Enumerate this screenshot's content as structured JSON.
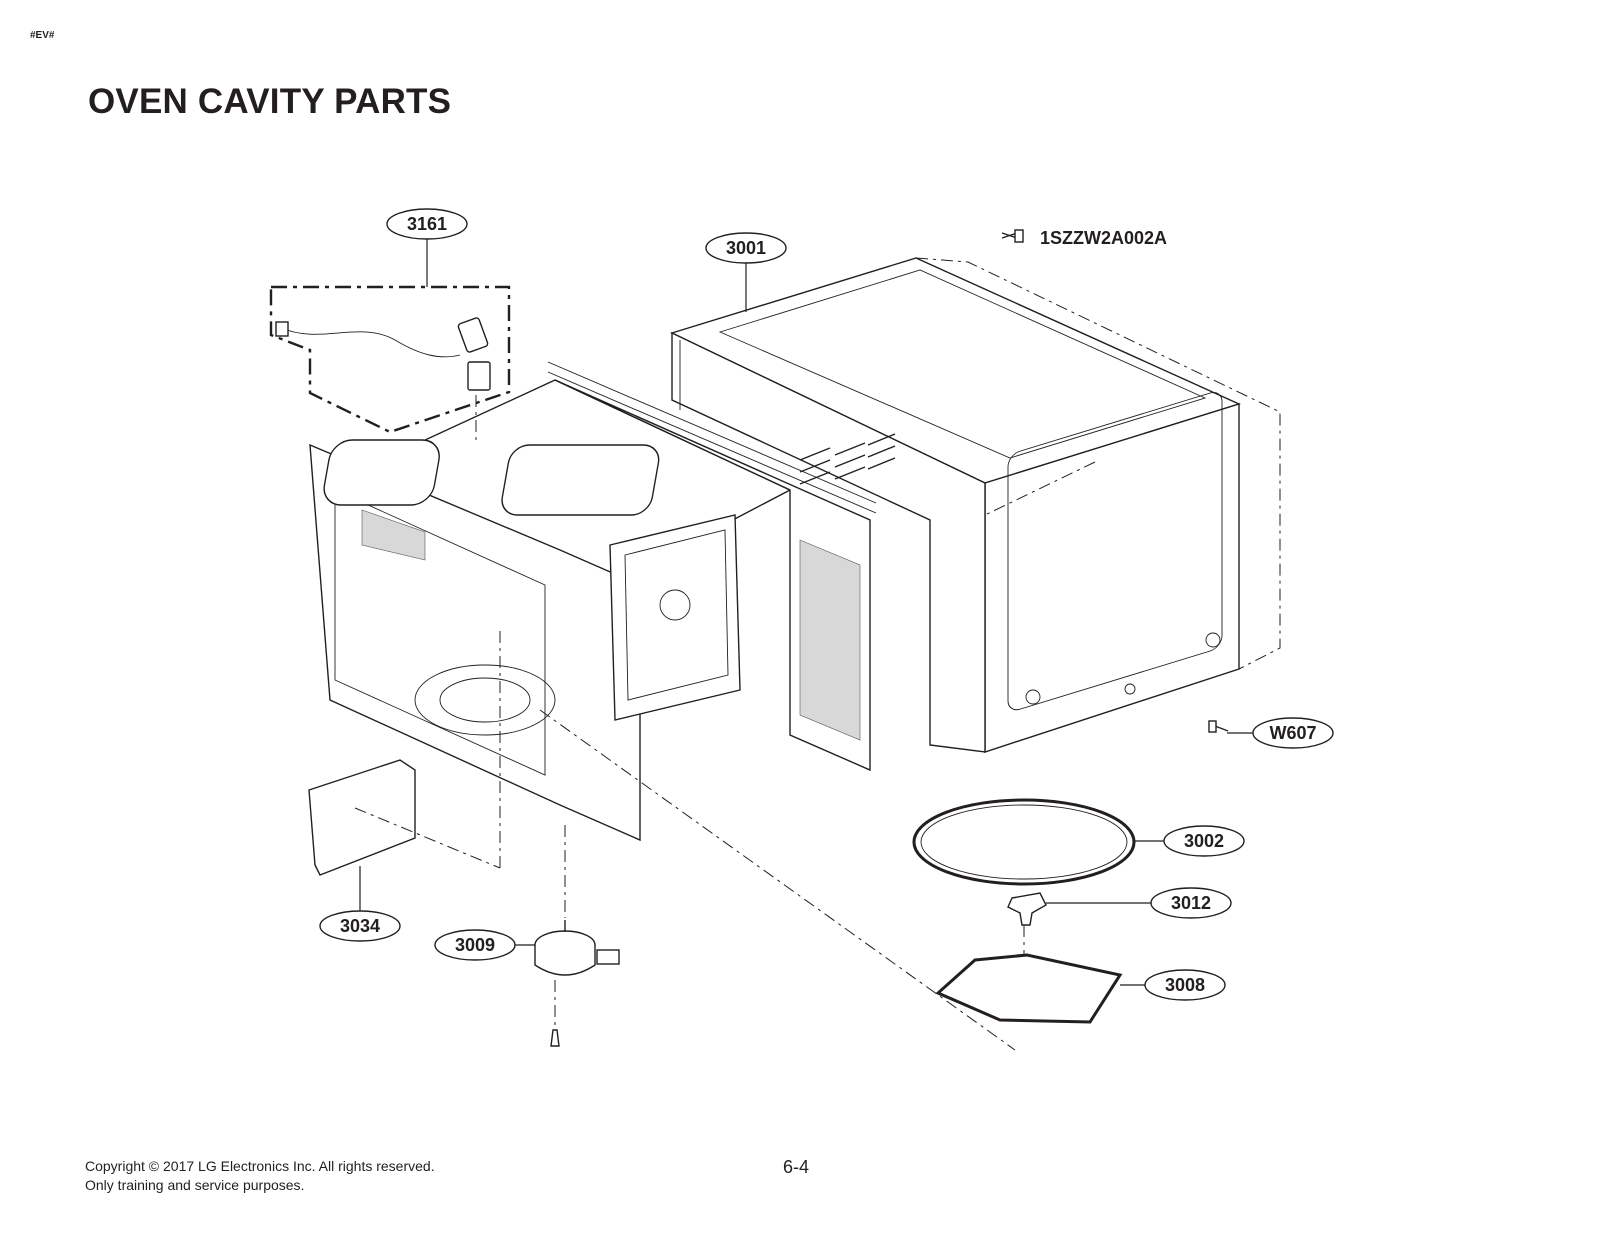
{
  "header": {
    "tag": "#EV#",
    "title": "OVEN CAVITY PARTS"
  },
  "callouts": [
    {
      "id": "3161",
      "label": "3161"
    },
    {
      "id": "3001",
      "label": "3001"
    },
    {
      "id": "W607",
      "label": "W607"
    },
    {
      "id": "3002",
      "label": "3002"
    },
    {
      "id": "3012",
      "label": "3012"
    },
    {
      "id": "3008",
      "label": "3008"
    },
    {
      "id": "3034",
      "label": "3034"
    },
    {
      "id": "3009",
      "label": "3009"
    }
  ],
  "screw_part_number": "1SZZW2A002A",
  "footer": {
    "copyright": "Copyright © 2017 LG Electronics Inc. All rights reserved.",
    "usage": "Only training and service purposes."
  },
  "page_number": "6-4"
}
